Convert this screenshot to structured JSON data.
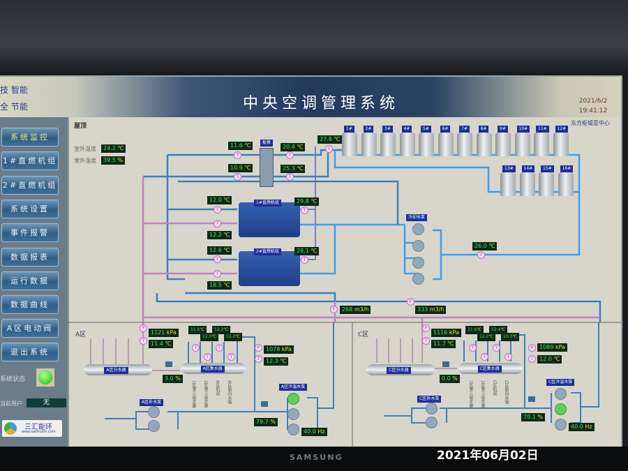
{
  "header": {
    "title": "中央空调管理系统",
    "slogan_line1": "技 智能",
    "slogan_line2": "全 节能",
    "date": "2021/6/2",
    "time": "19:41:12",
    "site": "东方枢墟亚中心"
  },
  "sidebar": {
    "items": [
      {
        "label": "系统监控"
      },
      {
        "label": "1#直燃机组"
      },
      {
        "label": "2#直燃机组"
      },
      {
        "label": "系统设置"
      },
      {
        "label": "事件报警"
      },
      {
        "label": "数据报表"
      },
      {
        "label": "运行数据"
      },
      {
        "label": "数据曲线"
      },
      {
        "label": "A区电动阀"
      },
      {
        "label": "退出系统"
      }
    ],
    "status_label": "系统状态",
    "status_color": "#44dd33",
    "user_label": "当前用户",
    "user_value": "无",
    "logo_text": "三汇能环",
    "logo_url_text": "www.sanhuinh.com"
  },
  "roof": {
    "label": "屋顶",
    "outdoor_temp_label": "室外温度",
    "outdoor_temp": "24.2",
    "outdoor_hum_label": "室外湿度",
    "outdoor_hum": "39.5",
    "plate_hx_label": "板换",
    "hx_temps": [
      "11.6",
      "20.4",
      "10.9",
      "25.3"
    ],
    "tower_supply_temp": "27.8",
    "towers": [
      "1#",
      "2#",
      "3#",
      "4#",
      "5#",
      "6#",
      "7#",
      "8#",
      "9#",
      "10#",
      "11#",
      "12#",
      "13#",
      "14#",
      "15#",
      "16#"
    ]
  },
  "chillers": [
    {
      "label": "1#直燃机组",
      "chw_out": "12.0",
      "chw_in": "12.2",
      "cw_out": "29.8"
    },
    {
      "label": "2#直燃机组",
      "chw_out": "12.6",
      "chw_in": "18.5",
      "cw_out": "28.1"
    }
  ],
  "cooling_pump": {
    "label": "冷却水泵",
    "temp": "26.0"
  },
  "flows": [
    {
      "value": "268",
      "unit": "m3/h"
    },
    {
      "value": "333",
      "unit": "m3/h"
    }
  ],
  "units": {
    "c": "℃",
    "pct": "%",
    "kpa": "kPa",
    "hz": "Hz"
  },
  "zones": [
    {
      "label": "A区",
      "supply_pressure": "1121",
      "supply_temp": "11.4",
      "branch_temps": [
        "11.5",
        "12.0",
        "12.2",
        "12.0"
      ],
      "return_pressure": "1078",
      "return_temp": "12.3",
      "valve_open": "3.0",
      "distributor": "A区分水器",
      "collector": "A区集水器",
      "branches": [
        "1区第三层走廊",
        "2区第三层走廊",
        "A区机房",
        "A区新风水箱"
      ],
      "makeup_pump": "A区补水泵",
      "circ_pump": "A区冷温水泵",
      "circ_valve": "79.7",
      "freq": "40.0"
    },
    {
      "label": "C区",
      "supply_pressure": "1116",
      "supply_temp": "11.7",
      "branch_temps": [
        "11.6",
        "12.2",
        "12.4",
        "10.3"
      ],
      "return_pressure": "1089",
      "return_temp": "12.0",
      "valve_open": "0.0",
      "distributor": "C区分水器",
      "collector": "C区集水器",
      "branches": [
        "1区第三层走廊",
        "2区第三层走廊",
        "C区机房",
        "C区新风水箱"
      ],
      "makeup_pump": "C区补水泵",
      "circ_pump": "C区冷温水泵",
      "circ_valve": "70.1",
      "freq": "40.0"
    }
  ],
  "monitor": {
    "brand": "SAMSUNG",
    "photo_date": "2021年06月02日"
  }
}
